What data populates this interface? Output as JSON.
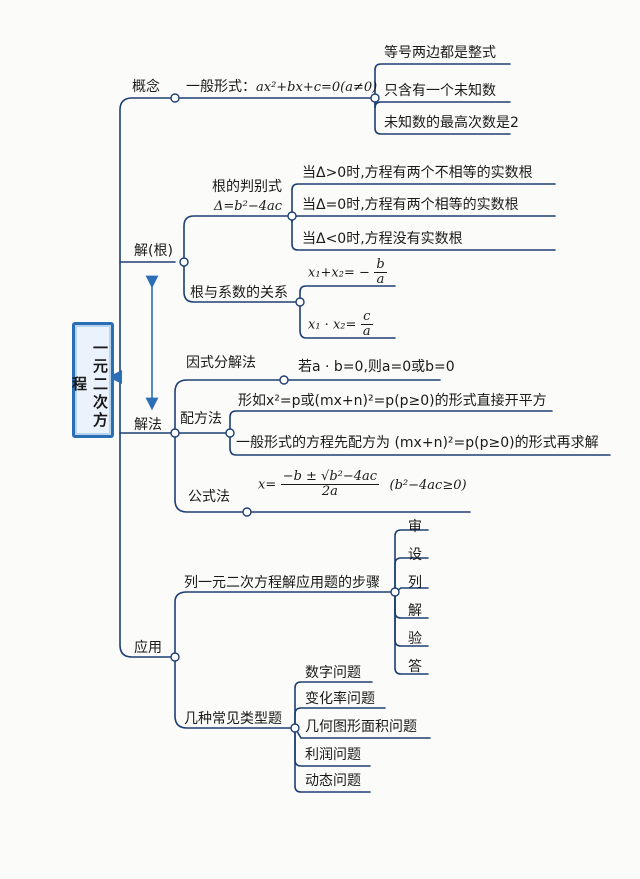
{
  "root": {
    "title": "一元二次方程"
  },
  "branches": {
    "concept": {
      "label": "概念",
      "form": "一般形式：",
      "form_math": "ax²+bx+c=0(a≠0)",
      "items": [
        "等号两边都是整式",
        "只含有一个未知数",
        "未知数的最高次数是2"
      ]
    },
    "roots": {
      "label": "解(根)",
      "discriminant": {
        "label": "根的判别式",
        "formula": "Δ=b²−4ac",
        "items": [
          "当Δ>0时,方程有两个不相等的实数根",
          "当Δ=0时,方程有两个相等的实数根",
          "当Δ<0时,方程没有实数根"
        ]
      },
      "vieta": {
        "label": "根与系数的关系",
        "sum": "x₁+x₂= −",
        "sum_num": "b",
        "sum_den": "a",
        "product": "x₁ · x₂=",
        "product_num": "c",
        "product_den": "a"
      }
    },
    "methods": {
      "label": "解法",
      "factor": {
        "label": "因式分解法",
        "text": "若a · b=0,则a=0或b=0"
      },
      "square": {
        "label": "配方法",
        "items": [
          "形如x²=p或(mx+n)²=p(p≥0)的形式直接开平方",
          "一般形式的方程先配方为 (mx+n)²=p(p≥0)的形式再求解"
        ]
      },
      "formula": {
        "label": "公式法",
        "lhs": "x=",
        "num": "−b ± √b²−4ac",
        "den": "2a",
        "cond": "(b²−4ac≥0)"
      }
    },
    "application": {
      "label": "应用",
      "steps": {
        "label": "列一元二次方程解应用题的步骤",
        "items": [
          "审",
          "设",
          "列",
          "解",
          "验",
          "答"
        ]
      },
      "types": {
        "label": "几种常见类型题",
        "items": [
          "数字问题",
          "变化率问题",
          "几何图形面积问题",
          "利润问题",
          "动态问题"
        ]
      }
    }
  },
  "colors": {
    "line": "#1d3f73",
    "accent": "#2a6fb5"
  }
}
